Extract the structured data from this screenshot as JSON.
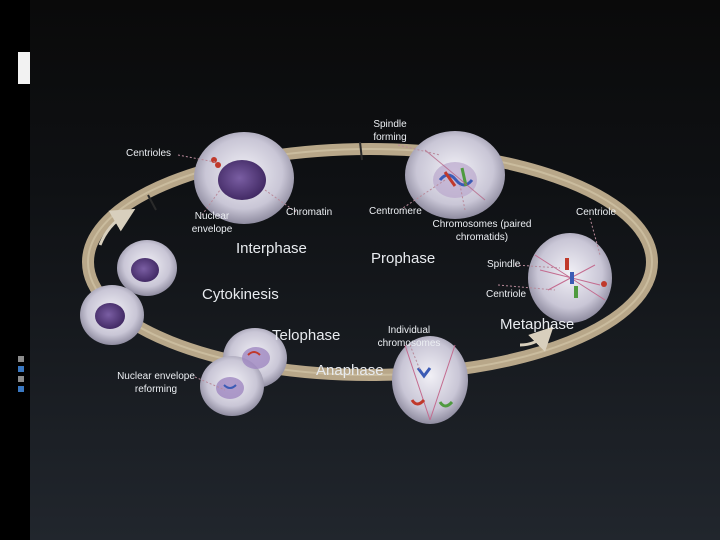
{
  "diagram": {
    "stages": {
      "interphase": "Interphase",
      "prophase": "Prophase",
      "metaphase": "Metaphase",
      "anaphase": "Anaphase",
      "telophase": "Telophase",
      "cytokinesis": "Cytokinesis"
    },
    "labels": {
      "spindle_forming_1": "Spindle",
      "spindle_forming_2": "forming",
      "centrioles": "Centrioles",
      "nuclear_envelope_1": "Nuclear",
      "nuclear_envelope_2": "envelope",
      "chromatin": "Chromatin",
      "centromere": "Centromere",
      "chromosomes_1": "Chromosomes (paired",
      "chromosomes_2": "chromatids)",
      "centriole_top": "Centriole",
      "spindle": "Spindle",
      "centriole_bottom": "Centriole",
      "individual_1": "Individual",
      "individual_2": "chromosomes",
      "nuclear_reforming_1": "Nuclear envelope",
      "nuclear_reforming_2": "reforming"
    },
    "colors": {
      "cycle_ring": "#b8a789",
      "nucleus": "#5a3d7e",
      "cell_membrane": "#c9c6d6",
      "chromosome_red": "#c0392b",
      "chromosome_blue": "#3b5bb5",
      "chromosome_green": "#4f9a3f"
    }
  }
}
